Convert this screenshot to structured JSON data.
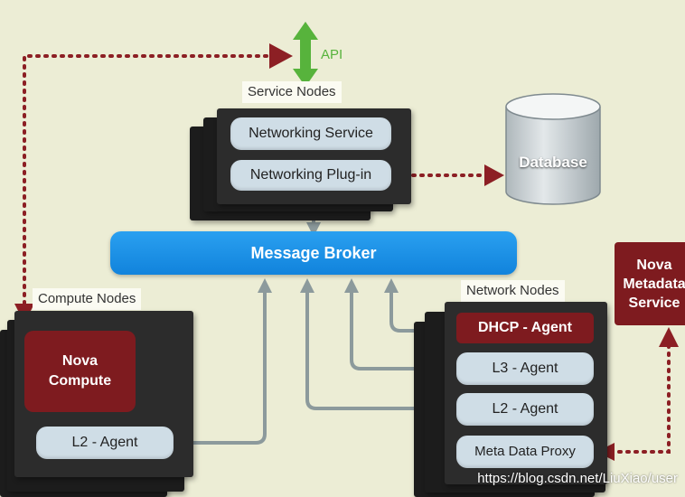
{
  "api": {
    "label": "API"
  },
  "service_nodes": {
    "title": "Service Nodes",
    "networking_service": "Networking Service",
    "networking_plugin": "Networking Plug-in"
  },
  "database": {
    "label": "Database"
  },
  "message_broker": {
    "label": "Message Broker"
  },
  "compute_nodes": {
    "title": "Compute Nodes",
    "nova_compute": "Nova\nCompute",
    "l2_agent": "L2 - Agent"
  },
  "network_nodes": {
    "title": "Network Nodes",
    "dhcp_agent": "DHCP - Agent",
    "l3_agent": "L3 - Agent",
    "l2_agent": "L2 - Agent",
    "meta_data_proxy": "Meta Data Proxy"
  },
  "nova_metadata": {
    "label": "Nova\nMetadata\nService"
  },
  "watermark": "https://blog.csdn.net/LiuXiao/user",
  "colors": {
    "background": "#ecedd5",
    "dark_red": "#7e1b1f",
    "pill": "#cfdde6",
    "broker_blue": "#1f92e6",
    "api_green": "#57b33c",
    "gray_arrow": "#8c9a9c"
  }
}
